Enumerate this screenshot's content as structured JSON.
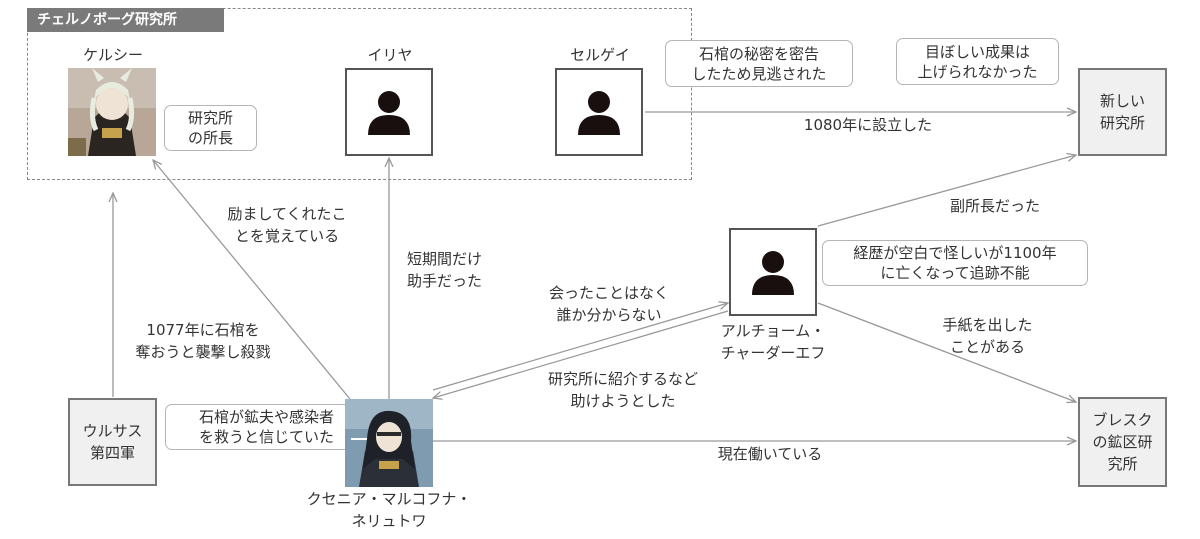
{
  "group": {
    "title": "チェルノボーグ研究所"
  },
  "people": {
    "kelsey": {
      "name": "ケルシー",
      "note": "研究所\nの所長"
    },
    "ilya": {
      "name": "イリヤ"
    },
    "sergei": {
      "name": "セルゲイ",
      "note": "石棺の秘密を密告\nしたため見逃された"
    },
    "artem": {
      "name": "アルチョーム・\nチャーダーエフ",
      "note": "経歴が空白で怪しいが1100年\nに亡くなって追跡不能"
    },
    "ksenia": {
      "name": "クセニア・マルコフナ・\nネリュトワ",
      "note": "石棺が鉱夫や感染者\nを救うと信じていた"
    }
  },
  "orgs": {
    "new_institute": {
      "label": "新しい\n研究所",
      "note": "目ぼしい成果は\n上げられなかった"
    },
    "ursus": {
      "label": "ウルサス\n第四軍"
    },
    "bresk": {
      "label": "ブレスク\nの鉱区研\n究所"
    }
  },
  "edges": {
    "sergei_new": "1080年に設立した",
    "artem_new": "副所長だった",
    "artem_bresk": "手紙を出した\nことがある",
    "ksenia_bresk": "現在働いている",
    "ksenia_kelsey": "励ましてくれたこ\nとを覚えている",
    "ksenia_ilya": "短期間だけ\n助手だった",
    "ursus_kelsey": "1077年に石棺を\n奪おうと襲撃し殺戮",
    "ksenia_artem": "会ったことはなく\n誰か分からない",
    "artem_ksenia": "研究所に紹介するなど\n助けようとした"
  },
  "colors": {
    "line": "#999999",
    "box_border": "#555555",
    "org_fill": "#f0f0f0",
    "person_icon": "#1a0f0f"
  }
}
